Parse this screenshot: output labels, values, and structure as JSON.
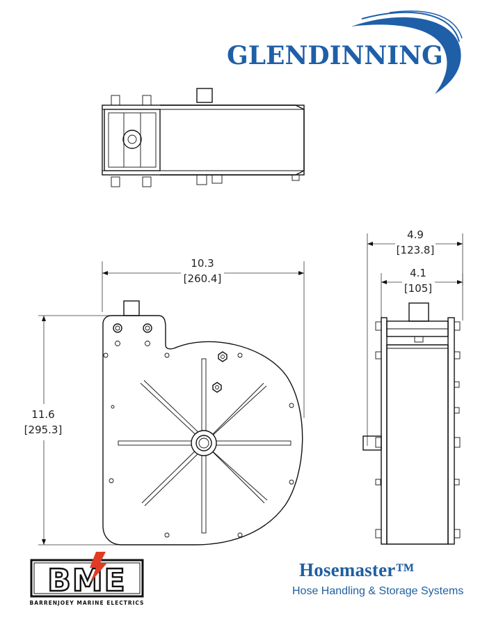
{
  "brand": {
    "glendinning": "GLENDINNING",
    "bme_mark": "BME",
    "bme_name": "BARRENJOEY MARINE ELECTRICS",
    "product": "Hosemaster™",
    "product_tagline": "Hose Handling & Storage Systems",
    "colors": {
      "blue": "#1f5fa8",
      "red": "#e23b24"
    }
  },
  "dimensions": {
    "front_width_in": "10.3",
    "front_width_mm": "[260.4]",
    "front_height_in": "11.6",
    "front_height_mm": "[295.3]",
    "side_outer_in": "4.9",
    "side_outer_mm": "[123.8]",
    "side_inner_in": "4.1",
    "side_inner_mm": "[105]"
  }
}
